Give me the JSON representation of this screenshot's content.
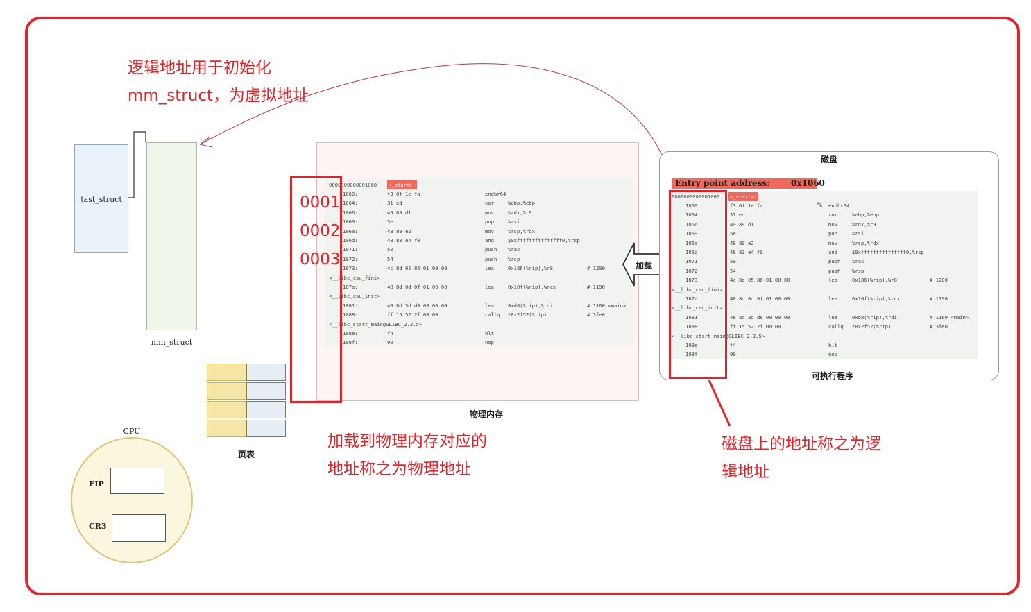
{
  "annotations": {
    "logical_line1": "逻辑地址用于初始化",
    "logical_line2": "mm_struct，为虚拟地址",
    "physical_line1": "加载到物理内存对应的",
    "physical_line2": "地址称之为物理地址",
    "disk_line1": "磁盘上的地址称之为逻",
    "disk_line2": "辑地址"
  },
  "labels": {
    "task_struct": "tast_struct",
    "mm_struct": "mm_struct",
    "physical_memory": "物理内存",
    "page_table": "页表",
    "cpu": "CPU",
    "eip": "EIP",
    "cr3": "CR3",
    "disk": "磁盘",
    "executable": "可执行程序",
    "load": "加载",
    "entry_label": "Entry point address:",
    "entry_value": "0x1060"
  },
  "addresses": [
    "0001",
    "0002",
    "0003"
  ],
  "memory_code": {
    "header_addr": "0000000000001060",
    "start_tag": "<_start>:",
    "rows": [
      {
        "addr": "1060:",
        "bytes": "f3 0f 1e fa",
        "op": "endbr64",
        "args": "",
        "comment": ""
      },
      {
        "addr": "1064:",
        "bytes": "31 ed",
        "op": "xor",
        "args": "%ebp,%ebp",
        "comment": ""
      },
      {
        "addr": "1066:",
        "bytes": "49 89 d1",
        "op": "mov",
        "args": "%rdx,%r9",
        "comment": ""
      },
      {
        "addr": "1069:",
        "bytes": "5e",
        "op": "pop",
        "args": "%rsi",
        "comment": ""
      },
      {
        "addr": "106a:",
        "bytes": "48 89 e2",
        "op": "mov",
        "args": "%rsp,%rdx",
        "comment": ""
      },
      {
        "addr": "106d:",
        "bytes": "48 83 e4 f0",
        "op": "and",
        "args": "$0xfffffffffffffff0,%rsp",
        "comment": ""
      },
      {
        "addr": "1071:",
        "bytes": "50",
        "op": "push",
        "args": "%rax",
        "comment": ""
      },
      {
        "addr": "1072:",
        "bytes": "54",
        "op": "push",
        "args": "%rsp",
        "comment": ""
      },
      {
        "addr": "1073:",
        "bytes": "4c 8d 05 86 01 00 00",
        "op": "lea",
        "args": "0x186(%rip),%r8",
        "comment": "# 1200"
      },
      {
        "label": "<__libc_csu_fini>"
      },
      {
        "addr": "107a:",
        "bytes": "48 8d 0d 0f 01 00 00",
        "op": "lea",
        "args": "0x10f(%rip),%rcx",
        "comment": "# 1190"
      },
      {
        "label": "<__libc_csu_init>"
      },
      {
        "addr": "1081:",
        "bytes": "48 8d 3d d8 00 00 00",
        "op": "lea",
        "args": "0xd8(%rip),%rdi",
        "comment": "# 1160 <main>"
      },
      {
        "addr": "1088:",
        "bytes": "ff 15 52 2f 00 00",
        "op": "callq",
        "args": "*0x2f52(%rip)",
        "comment": "# 3fe0"
      },
      {
        "label": "<__libc_start_main@GLIBC_2.2.5>"
      },
      {
        "addr": "108e:",
        "bytes": "f4",
        "op": "hlt",
        "args": "",
        "comment": ""
      },
      {
        "addr": "108f:",
        "bytes": "90",
        "op": "nop",
        "args": "",
        "comment": ""
      }
    ]
  },
  "colors": {
    "annotation_red": "#e0242a",
    "start_tag_bg": "#f2685c",
    "task_struct_fill": "#e9f1f9",
    "mm_struct_fill": "#f0f7ea",
    "page_table_yellow": "#f5e6a8",
    "page_table_blue": "#e6edf3",
    "cpu_fill": "#fbf6de"
  },
  "icons": {
    "disk_pencil": "pencil-icon",
    "load_arrow": "left-arrow-icon"
  }
}
